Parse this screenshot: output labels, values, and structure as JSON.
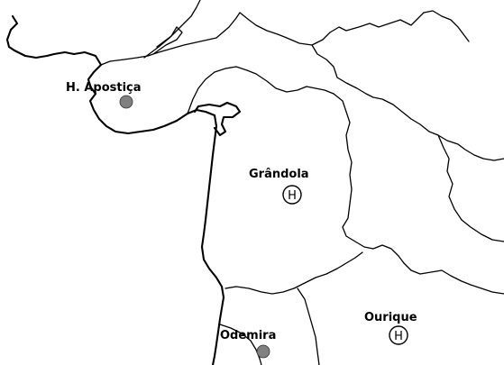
{
  "map": {
    "places": [
      {
        "id": "aposti",
        "label": "H. Apostiça",
        "marker": "dot"
      },
      {
        "id": "grandola",
        "label": "Grândola",
        "marker": "heliport",
        "marker_text": "H"
      },
      {
        "id": "ourique",
        "label": "Ourique",
        "marker": "heliport",
        "marker_text": "H"
      },
      {
        "id": "odemira",
        "label": "Odemira",
        "marker": "dot"
      }
    ],
    "colors": {
      "lines": "#000000",
      "dot_fill": "#808080",
      "background": "#ffffff"
    }
  }
}
